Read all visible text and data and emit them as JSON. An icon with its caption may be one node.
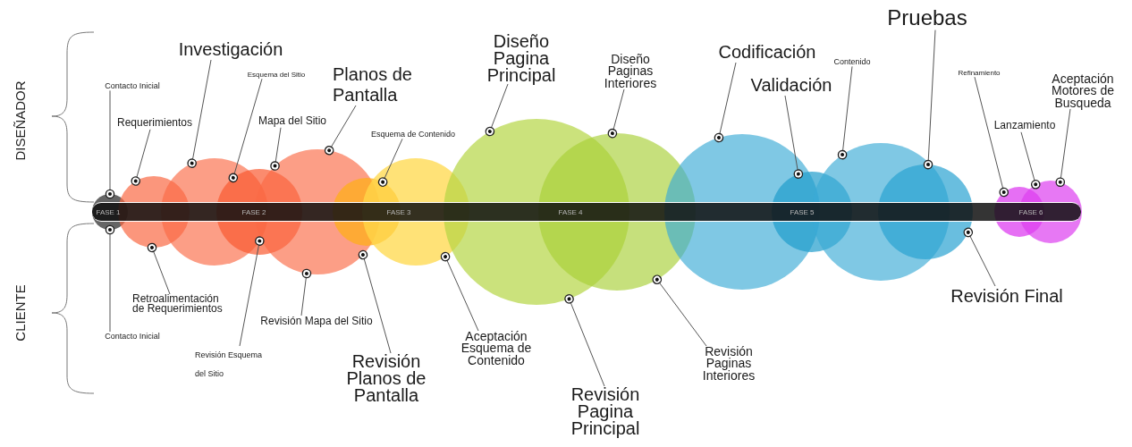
{
  "diagram": {
    "nodes": [
      {
        "text": [
          "Contacto Inicial"
        ]
      },
      {
        "text": [
          "Requerimientos"
        ]
      },
      {
        "text": [
          "Investigación"
        ]
      },
      {
        "text": [
          "Esquema del Sitio"
        ]
      },
      {
        "text": [
          "Mapa del Sitio"
        ]
      },
      {
        "text": [
          "Planos de Pantalla"
        ]
      },
      {
        "text": [
          "Esquema de Contenido"
        ]
      },
      {
        "text": [
          "Diseño Pagina Principal"
        ]
      },
      {
        "text": [
          "Diseño Paginas Interiores"
        ]
      },
      {
        "text": [
          "Codificación"
        ]
      },
      {
        "text": [
          "Validación"
        ]
      },
      {
        "text": [
          "Contenido"
        ]
      },
      {
        "text": [
          "Pruebas"
        ]
      },
      {
        "text": [
          "Refinamiento"
        ]
      },
      {
        "text": [
          "Lanzamiento"
        ]
      },
      {
        "text": [
          "Aceptación Motores de Busqueda"
        ]
      },
      {
        "text": [
          "Contacto Inicial"
        ]
      },
      {
        "text": [
          "Retroalimentación de Requerimientos"
        ]
      },
      {
        "text": [
          "Revisión Esquema del Sitio"
        ]
      },
      {
        "text": [
          "Revisión Mapa del Sitio"
        ]
      },
      {
        "text": [
          "Revisión Planos de Pantalla"
        ]
      },
      {
        "text": [
          "Aceptación Esquema de Contenido"
        ]
      },
      {
        "text": [
          "Revisión Pagina Principal"
        ]
      },
      {
        "text": [
          "Revisión Paginas Interiores"
        ]
      },
      {
        "text": [
          "Revisión Final"
        ]
      },
      {
        "text": [],
        "shape": "circle"
      },
      {
        "text": [],
        "shape": "circle"
      },
      {
        "text": [],
        "shape": "circle"
      },
      {
        "text": [],
        "shape": "circle"
      },
      {
        "text": [],
        "shape": "circle"
      },
      {
        "text": [],
        "shape": "circle"
      },
      {
        "text": [],
        "shape": "circle"
      },
      {
        "text": [],
        "shape": "circle"
      },
      {
        "text": [],
        "shape": "circle"
      },
      {
        "text": [],
        "shape": "circle"
      },
      {
        "text": [],
        "shape": "circle"
      },
      {
        "text": [],
        "shape": "circle"
      },
      {
        "text": [],
        "shape": "circle"
      },
      {
        "text": [],
        "shape": "circle"
      },
      {
        "text": [],
        "shape": "circle"
      }
    ],
    "edges": [
      {
        "from": 0,
        "to": 25,
        "arrow": "other"
      },
      {
        "from": 1,
        "to": 26,
        "arrow": "other"
      },
      {
        "from": 2,
        "to": 27,
        "arrow": "other"
      },
      {
        "from": 3,
        "to": 28,
        "arrow": "other"
      },
      {
        "from": 4,
        "to": 29,
        "arrow": "other"
      },
      {
        "from": 5,
        "to": 29,
        "arrow": "other"
      },
      {
        "from": 6,
        "to": 30,
        "arrow": "other"
      },
      {
        "from": 7,
        "to": 32,
        "arrow": "other"
      },
      {
        "from": 8,
        "to": 33,
        "arrow": "other"
      },
      {
        "from": 9,
        "to": 34,
        "arrow": "other"
      },
      {
        "from": 10,
        "to": 35,
        "arrow": "other"
      },
      {
        "from": 11,
        "to": 36,
        "arrow": "other"
      },
      {
        "from": 12,
        "to": 37,
        "arrow": "other"
      },
      {
        "from": 13,
        "to": 38,
        "arrow": "other"
      },
      {
        "from": 14,
        "to": 39,
        "arrow": "other"
      },
      {
        "from": 15,
        "to": 39,
        "arrow": "other"
      },
      {
        "from": 16,
        "to": 25,
        "arrow": "other"
      },
      {
        "from": 17,
        "to": 26,
        "arrow": "other"
      },
      {
        "from": 18,
        "to": 27,
        "arrow": "other"
      },
      {
        "from": 19,
        "to": 29,
        "arrow": "other"
      },
      {
        "from": 20,
        "to": 29,
        "arrow": "other"
      },
      {
        "from": 21,
        "to": 31,
        "arrow": "other"
      },
      {
        "from": 22,
        "to": 32,
        "arrow": "other"
      },
      {
        "from": 23,
        "to": 33,
        "arrow": "other"
      },
      {
        "from": 24,
        "to": 37,
        "arrow": "other"
      }
    ],
    "labels": [
      "DISEÑADOR",
      "FASE 1",
      "FASE 2",
      "FASE 3",
      "FASE 4",
      "FASE 5",
      "FASE 6",
      "CLIENTE"
    ]
  }
}
